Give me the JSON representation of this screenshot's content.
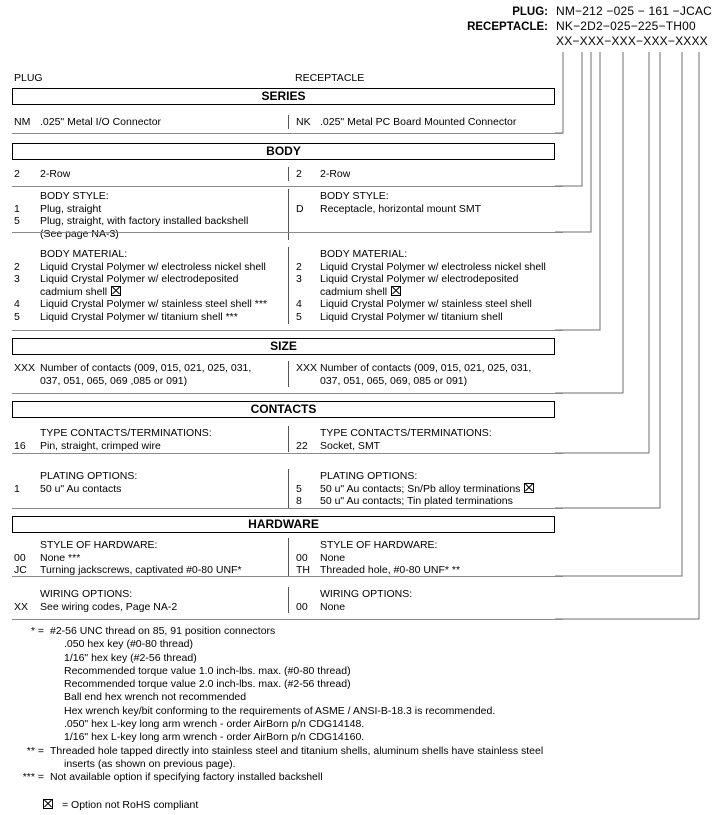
{
  "part_number": {
    "plug_label": "PLUG:",
    "plug_value": "NM−212 −025 − 161 −JCAC",
    "receptacle_label": "RECEPTACLE:",
    "receptacle_value": "NK−2D2−025−225−TH00",
    "mask": "XX−XXX−XXX−XXX−XXXX"
  },
  "columns": {
    "plug": "PLUG",
    "receptacle": "RECEPTACLE"
  },
  "sections": [
    {
      "name": "SERIES",
      "banner": "SERIES",
      "rows": [
        {
          "plug": {
            "code": "NM",
            "lines": [
              ".025\" Metal I/O Connector"
            ]
          },
          "receptacle": {
            "code": "NK",
            "lines": [
              ".025\" Metal PC Board Mounted Connector"
            ]
          }
        }
      ]
    },
    {
      "name": "BODY",
      "banner": "BODY",
      "rows": [
        {
          "plug": {
            "code": "2",
            "lines": [
              "2-Row"
            ]
          },
          "receptacle": {
            "code": "2",
            "lines": [
              "2-Row"
            ]
          }
        },
        {
          "plug": {
            "heading": "BODY STYLE:",
            "items": [
              {
                "code": "1",
                "lines": [
                  "Plug, straight"
                ]
              },
              {
                "code": "5",
                "lines": [
                  "Plug, straight, with factory installed backshell",
                  "(See page NA-3)"
                ]
              }
            ]
          },
          "receptacle": {
            "heading": "BODY STYLE:",
            "items": [
              {
                "code": "D",
                "lines": [
                  "Receptacle, horizontal mount SMT"
                ]
              }
            ]
          }
        },
        {
          "plug": {
            "heading": "BODY MATERIAL:",
            "items": [
              {
                "code": "2",
                "lines": [
                  "Liquid Crystal Polymer w/ electroless nickel shell"
                ]
              },
              {
                "code": "3",
                "lines": [
                  "Liquid Crystal Polymer w/ electrodeposited",
                  "cadmium shell"
                ],
                "rohs_on_line": 1
              },
              {
                "code": "4",
                "lines": [
                  "Liquid Crystal Polymer w/ stainless steel shell ***"
                ]
              },
              {
                "code": "5",
                "lines": [
                  "Liquid Crystal Polymer w/ titanium shell ***"
                ]
              }
            ]
          },
          "receptacle": {
            "heading": "BODY MATERIAL:",
            "items": [
              {
                "code": "2",
                "lines": [
                  "Liquid Crystal Polymer w/ electroless nickel shell"
                ]
              },
              {
                "code": "3",
                "lines": [
                  "Liquid Crystal Polymer w/ electrodeposited",
                  "cadmium shell"
                ],
                "rohs_on_line": 1
              },
              {
                "code": "4",
                "lines": [
                  "Liquid Crystal Polymer w/ stainless steel shell"
                ]
              },
              {
                "code": "5",
                "lines": [
                  "Liquid Crystal Polymer w/ titanium shell"
                ]
              }
            ]
          }
        }
      ]
    },
    {
      "name": "SIZE",
      "banner": "SIZE",
      "rows": [
        {
          "plug": {
            "code": "XXX",
            "lines": [
              "Number of contacts (009, 015, 021, 025, 031,",
              "037, 051, 065, 069 ,085 or 091)"
            ]
          },
          "receptacle": {
            "code": "XXX",
            "lines": [
              "Number of contacts (009, 015, 021, 025, 031,",
              "037, 051, 065, 069, 085 or 091)"
            ]
          }
        }
      ]
    },
    {
      "name": "CONTACTS",
      "banner": "CONTACTS",
      "rows": [
        {
          "plug": {
            "heading": "TYPE CONTACTS/TERMINATIONS:",
            "items": [
              {
                "code": "16",
                "lines": [
                  "Pin, straight, crimped wire"
                ]
              }
            ]
          },
          "receptacle": {
            "heading": "TYPE CONTACTS/TERMINATIONS:",
            "items": [
              {
                "code": "22",
                "lines": [
                  "Socket, SMT"
                ]
              }
            ]
          }
        },
        {
          "plug": {
            "heading": "PLATING OPTIONS:",
            "items": [
              {
                "code": "1",
                "lines": [
                  "50 u\" Au contacts"
                ]
              }
            ]
          },
          "receptacle": {
            "heading": "PLATING OPTIONS:",
            "items": [
              {
                "code": "5",
                "lines": [
                  "50 u\" Au contacts; Sn/Pb alloy terminations"
                ],
                "rohs_on_line": 0
              },
              {
                "code": "8",
                "lines": [
                  "50 u\" Au contacts; Tin plated terminations"
                ]
              }
            ]
          }
        }
      ]
    },
    {
      "name": "HARDWARE",
      "banner": "HARDWARE",
      "rows": [
        {
          "plug": {
            "heading": "STYLE OF HARDWARE:",
            "items": [
              {
                "code": "00",
                "lines": [
                  "None  ***"
                ]
              },
              {
                "code": "JC",
                "lines": [
                  "Turning jackscrews, captivated #0-80 UNF*"
                ]
              }
            ]
          },
          "receptacle": {
            "heading": "STYLE OF HARDWARE:",
            "items": [
              {
                "code": "00",
                "lines": [
                  "None"
                ]
              },
              {
                "code": "TH",
                "lines": [
                  "Threaded hole, #0-80 UNF*  **"
                ]
              }
            ]
          }
        },
        {
          "plug": {
            "heading": "WIRING OPTIONS:",
            "items": [
              {
                "code": "XX",
                "lines": [
                  "See wiring codes, Page NA-2"
                ]
              }
            ]
          },
          "receptacle": {
            "heading": "WIRING OPTIONS:",
            "items": [
              {
                "code": "00",
                "lines": [
                  "None"
                ]
              }
            ]
          }
        }
      ]
    }
  ],
  "footnotes": [
    {
      "marker": "* =",
      "lines": [
        "#2-56 UNC thread on 85, 91 position connectors",
        ".050 hex key (#0-80 thread)",
        "1/16\" hex key (#2-56 thread)",
        "Recommended torque value 1.0 inch-lbs. max. (#0-80 thread)",
        "Recommended torque value 2.0 inch-lbs. max. (#2-56 thread)",
        "Ball end hex wrench not recommended",
        "Hex wrench key/bit conforming to the requirements of ASME / ANSI-B-18.3 is recommended.",
        ".050\" hex L-key long arm wrench - order AirBorn p/n CDG14148.",
        "1/16\" hex L-key long arm wrench - order AirBorn p/n CDG14160."
      ]
    },
    {
      "marker": "** =",
      "lines": [
        "Threaded hole tapped directly into stainless steel and titanium shells, aluminum shells have stainless steel",
        "inserts (as shown on previous page)."
      ]
    },
    {
      "marker": "*** =",
      "lines": [
        "Not available option if specifying factory installed backshell"
      ]
    }
  ],
  "legend": {
    "text": "= Option not RoHS compliant",
    "icon": "boxed-x-icon"
  }
}
